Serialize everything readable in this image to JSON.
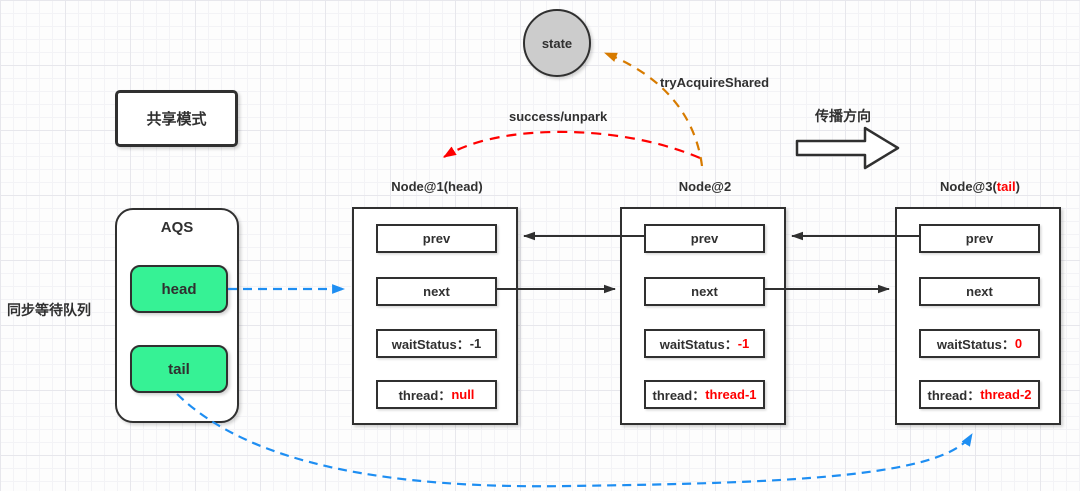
{
  "colors": {
    "ink": "#303030",
    "red": "#ff0000",
    "orange": "#d77b00",
    "blue": "#1e8ef2",
    "green": "#36f295",
    "state_gray": "#cccccc"
  },
  "shared_mode_label": "共享模式",
  "sync_queue_label": "同步等待队列",
  "state_circle": {
    "label": "state"
  },
  "flow_labels": {
    "try_acquire": "tryAcquireShared",
    "success_unpark": "success/unpark",
    "propagation": "传播方向"
  },
  "aqs": {
    "title": "AQS",
    "head": "head",
    "tail": "tail"
  },
  "nodes": [
    {
      "title_prefix": "Node@1(",
      "title_mark": "head",
      "title_suffix": ")",
      "title_mark_color": "#303030",
      "prev_label": "prev",
      "next_label": "next",
      "wait_label": "waitStatus：",
      "wait_value": "-1",
      "wait_value_color": "#303030",
      "thread_label": "thread：",
      "thread_value": "null",
      "thread_value_color": "#ff0000"
    },
    {
      "title_prefix": "Node@2",
      "title_mark": "",
      "title_suffix": "",
      "title_mark_color": "#303030",
      "prev_label": "prev",
      "next_label": "next",
      "wait_label": "waitStatus：",
      "wait_value": "-1",
      "wait_value_color": "#ff0000",
      "thread_label": "thread：",
      "thread_value": "thread-1",
      "thread_value_color": "#ff0000"
    },
    {
      "title_prefix": "Node@3(",
      "title_mark": "tail",
      "title_suffix": ")",
      "title_mark_color": "#ff0000",
      "prev_label": "prev",
      "next_label": "next",
      "wait_label": "waitStatus：",
      "wait_value": "0",
      "wait_value_color": "#ff0000",
      "thread_label": "thread：",
      "thread_value": "thread-2",
      "thread_value_color": "#ff0000"
    }
  ]
}
